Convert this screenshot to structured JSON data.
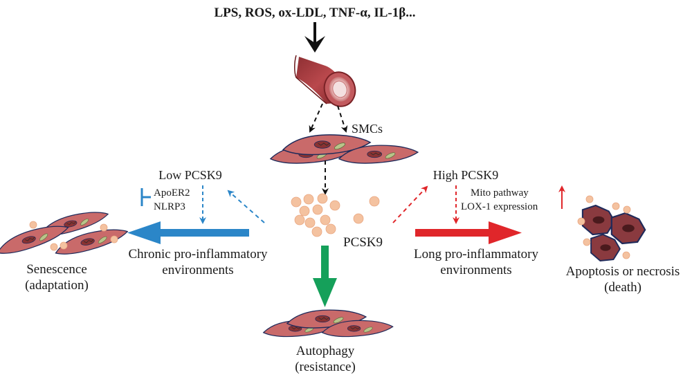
{
  "colors": {
    "blue": "#2b86c8",
    "red": "#e0262a",
    "green": "#15a05a",
    "cell_fill": "#c96a6a",
    "cell_dark": "#8a3232",
    "pcsk9_dot": "#f4c2a0",
    "outline": "#1f2a5a"
  },
  "stimuli": {
    "text": "LPS, ROS, ox-LDL, TNF-α, IL-1β..."
  },
  "vessel": {
    "icon": "blood-vessel-icon"
  },
  "smc": {
    "label": "SMCs"
  },
  "center": {
    "label": "PCSK9"
  },
  "left_branch": {
    "low_label": "Low PCSK9",
    "inhibit_items": [
      "ApoER2",
      "NLRP3"
    ],
    "environment_lines": [
      "Chronic pro-inflammatory",
      "environments"
    ],
    "outcome_lines": [
      "Senescence",
      "(adaptation)"
    ]
  },
  "right_branch": {
    "high_label": "High PCSK9",
    "pathway_items": [
      "Mito pathway",
      "LOX-1 expression"
    ],
    "environment_lines": [
      "Long pro-inflammatory",
      "environments"
    ],
    "outcome_lines": [
      "Apoptosis or necrosis",
      "(death)"
    ]
  },
  "bottom_branch": {
    "outcome_lines": [
      "Autophagy",
      "(resistance)"
    ]
  }
}
